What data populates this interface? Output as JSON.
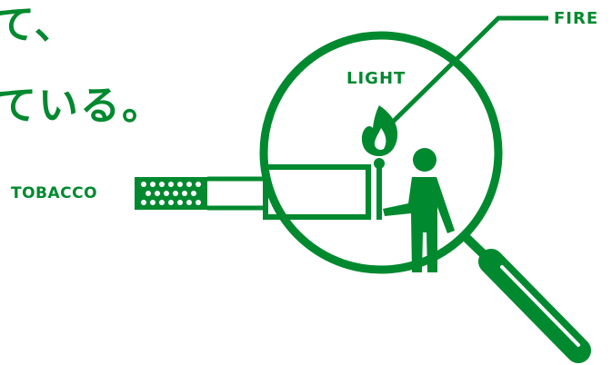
{
  "colors": {
    "green": "#00892f",
    "background": "#ffffff",
    "dots": "#ffffff"
  },
  "text": {
    "jp_line_1": "て、",
    "jp_line_2": "ている。"
  },
  "labels": {
    "tobacco": "TOBACCO",
    "light": "LIGHT",
    "fire": "FIRE"
  },
  "icons": {
    "magnifier": "magnifying-glass-icon",
    "cigarette": "cigarette-icon",
    "flame": "flame-icon",
    "person": "person-icon"
  }
}
